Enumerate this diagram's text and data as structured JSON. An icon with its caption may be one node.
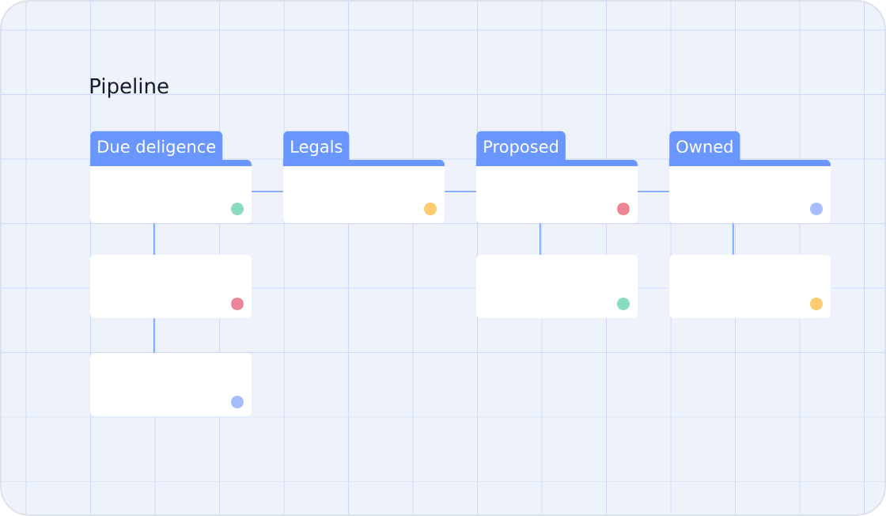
{
  "diagram": {
    "title": "Pipeline",
    "nodes": [
      {
        "text": [
          "Due deligence"
        ]
      },
      {
        "text": [
          "Legals"
        ]
      },
      {
        "text": [
          "Proposed"
        ]
      },
      {
        "text": [
          "Owned"
        ]
      },
      {
        "text": [],
        "shape": "box"
      },
      {
        "text": [],
        "shape": "box"
      },
      {
        "text": [],
        "shape": "box"
      },
      {
        "text": [],
        "shape": "box"
      }
    ],
    "edges": [
      {
        "from": 0,
        "to": 1,
        "arrow": "none"
      },
      {
        "from": 1,
        "to": 2,
        "arrow": "none"
      },
      {
        "from": 2,
        "to": 3,
        "arrow": "none"
      },
      {
        "from": 0,
        "to": 4,
        "arrow": "none"
      },
      {
        "from": 4,
        "to": 7,
        "arrow": "none"
      },
      {
        "from": 2,
        "to": 5,
        "arrow": "none"
      },
      {
        "from": 3,
        "to": 6,
        "arrow": "none"
      }
    ]
  }
}
